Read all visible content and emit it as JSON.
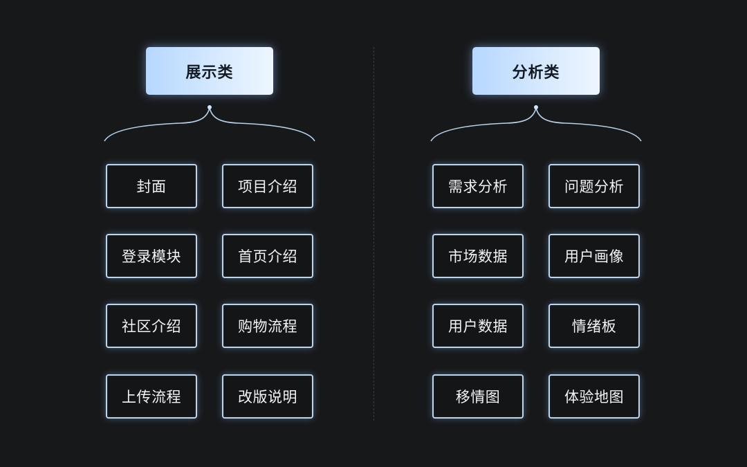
{
  "groups": {
    "left": {
      "title": "展示类",
      "items": [
        "封面",
        "项目介绍",
        "登录模块",
        "首页介绍",
        "社区介绍",
        "购物流程",
        "上传流程",
        "改版说明"
      ]
    },
    "right": {
      "title": "分析类",
      "items": [
        "需求分析",
        "问题分析",
        "市场数据",
        "用户画像",
        "用户数据",
        "情绪板",
        "移情图",
        "体验地图"
      ]
    }
  },
  "colors": {
    "background": "#17181a",
    "title_gradient_start": "#b6d7ff",
    "title_gradient_end": "#eef6ff",
    "item_border": "#bcd6ee",
    "brace": "#b8d2ea"
  }
}
